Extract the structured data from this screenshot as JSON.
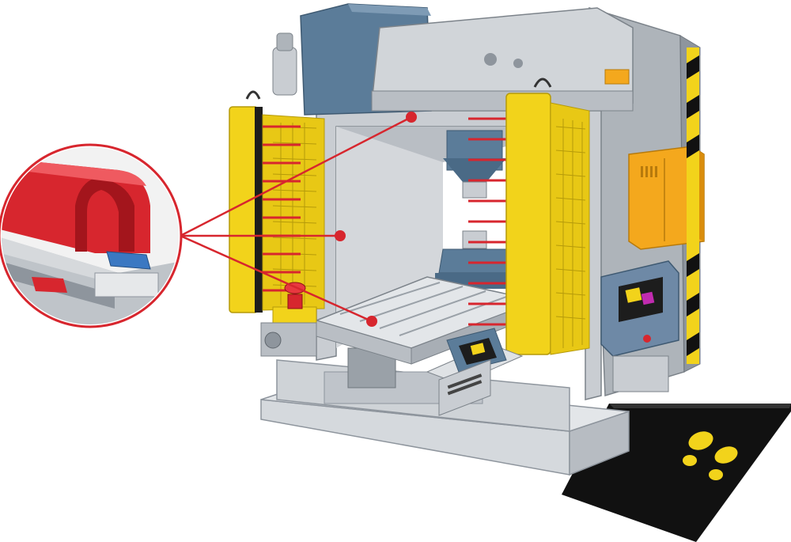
{
  "diagram": {
    "kind": "safety-equipment-illustration",
    "components": [
      {
        "id": "hydraulic-press",
        "icon": "press-machine-icon"
      },
      {
        "id": "safety-edge-profile",
        "icon": "rubber-safety-edge-icon"
      },
      {
        "id": "left-light-curtain",
        "icon": "light-curtain-icon"
      },
      {
        "id": "right-light-curtain",
        "icon": "light-curtain-icon"
      },
      {
        "id": "safety-mat",
        "icon": "safety-mat-icon"
      },
      {
        "id": "emergency-stop",
        "icon": "emergency-stop-icon"
      },
      {
        "id": "control-cabinet",
        "icon": "electrical-cabinet-icon"
      },
      {
        "id": "operator-panel",
        "icon": "operator-panel-icon"
      },
      {
        "id": "hmi-terminal",
        "icon": "hmi-terminal-icon"
      }
    ],
    "callout_points": 3,
    "colors": {
      "machine_grey": "#c9cdd2",
      "machine_dark": "#8e959d",
      "steel_blue": "#5b7c99",
      "curtain_yellow": "#f2d31b",
      "safety_red": "#d7262e",
      "cabinet_orange": "#f4a81d",
      "mat_black": "#111111",
      "footprint_yellow": "#f2d31b",
      "screen_blue": "#6e89a6"
    }
  }
}
